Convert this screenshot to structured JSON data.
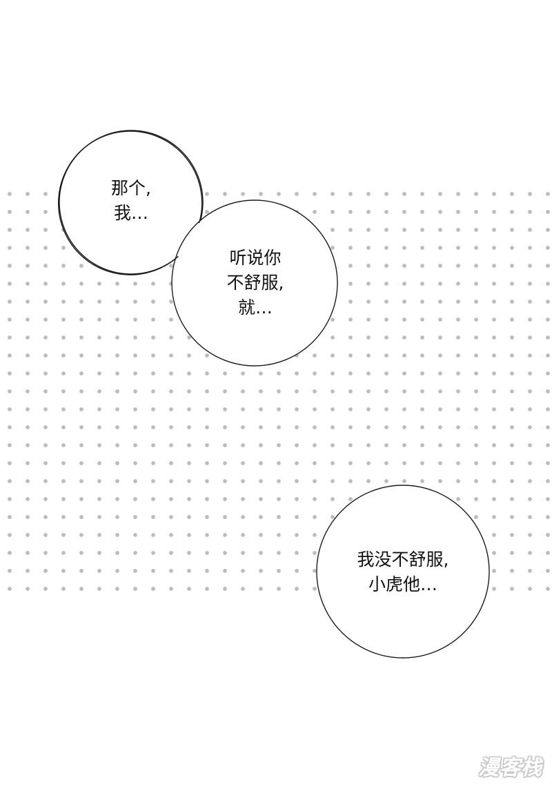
{
  "page": {
    "background_color": "#ffffff",
    "dot_color": "#b9bcc4",
    "stroke_color": "#1a1a1a"
  },
  "bubbles": [
    {
      "lines": [
        "那个,",
        "我…"
      ]
    },
    {
      "lines": [
        "听说你",
        "不舒服,",
        "就…"
      ]
    },
    {
      "lines": [
        "我没不舒服,",
        "小虎他…"
      ]
    }
  ],
  "watermark": {
    "text": "漫客栈"
  }
}
